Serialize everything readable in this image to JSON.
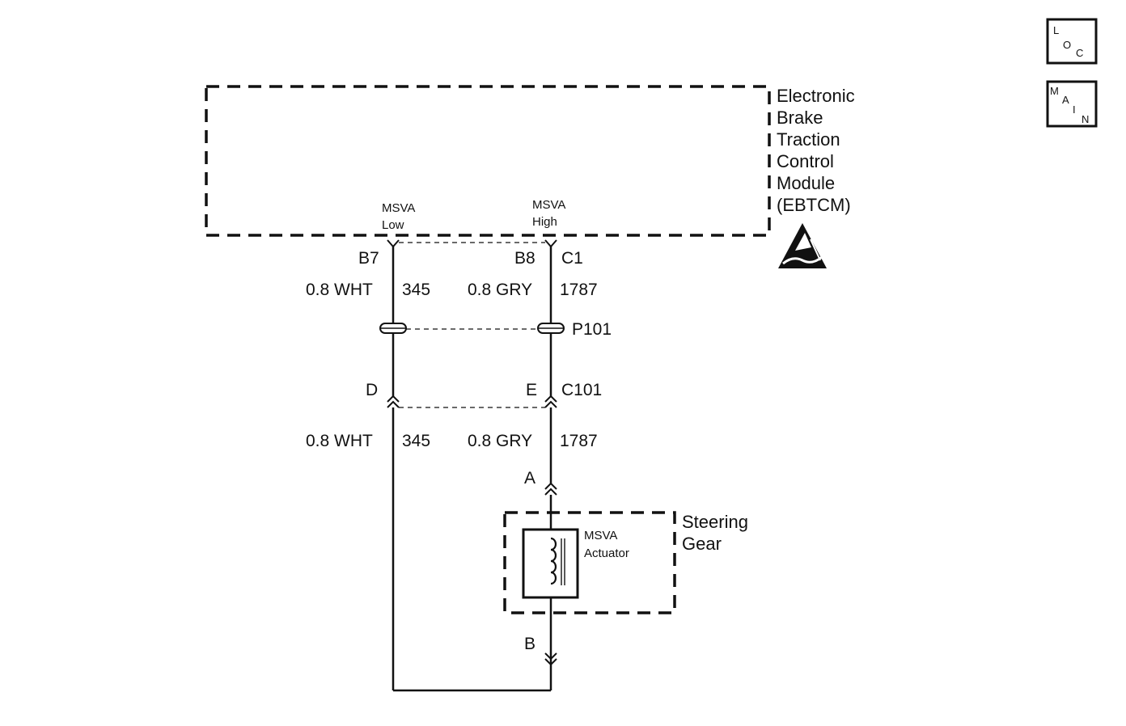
{
  "module": {
    "name_lines": [
      "Electronic",
      "Brake",
      "Traction",
      "Control",
      "Module",
      "(EBTCM)"
    ],
    "pin_low": {
      "name_lines": [
        "MSVA",
        "Low"
      ],
      "cavity": "B7"
    },
    "pin_high": {
      "name_lines": [
        "MSVA",
        "High"
      ],
      "cavity": "B8",
      "connector": "C1"
    },
    "esd_icon": "esd-warning-icon"
  },
  "wires": {
    "upper_low": {
      "gauge_color": "0.8 WHT",
      "circuit": "345"
    },
    "upper_high": {
      "gauge_color": "0.8 GRY",
      "circuit": "1787"
    },
    "lower_low": {
      "gauge_color": "0.8 WHT",
      "circuit": "345"
    },
    "lower_high": {
      "gauge_color": "0.8 GRY",
      "circuit": "1787"
    }
  },
  "pass_through": {
    "name": "P101"
  },
  "connector_c101": {
    "name": "C101",
    "cavity_low": "D",
    "cavity_high": "E"
  },
  "steering_gear": {
    "name_lines": [
      "Steering",
      "Gear"
    ],
    "actuator_lines": [
      "MSVA",
      "Actuator"
    ],
    "cavity_top": "A",
    "cavity_bottom": "B"
  },
  "nav": {
    "loc": {
      "letters": [
        "L",
        "O",
        "C"
      ]
    },
    "main": {
      "letters": [
        "M",
        "A",
        "I",
        "N"
      ]
    }
  },
  "colors": {
    "ink": "#111111",
    "background": "#ffffff"
  }
}
